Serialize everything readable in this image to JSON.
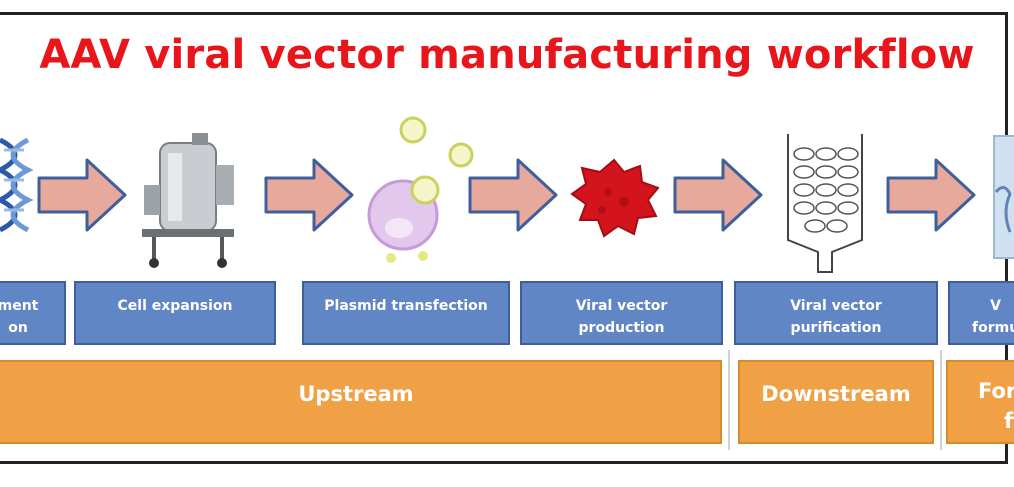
{
  "title": "AAV viral vector manufacturing workflow",
  "steps": [
    {
      "line1": "ment",
      "line2": "on"
    },
    {
      "line1": "Cell expansion",
      "line2": ""
    },
    {
      "line1": "Plasmid transfection",
      "line2": ""
    },
    {
      "line1": "Viral vector",
      "line2": "production"
    },
    {
      "line1": "Viral vector",
      "line2": "purification"
    },
    {
      "line1": "V",
      "line2": "formu"
    }
  ],
  "stages": {
    "upstream": "Upstream",
    "downstream": "Downstream",
    "formulation_line1": "For",
    "formulation_line2": "fi"
  },
  "colors": {
    "title": "#e8161b",
    "step_box": "#6186c6",
    "stage_box": "#f0a045",
    "arrow_fill": "#e7a99c",
    "arrow_stroke": "#3f5f9c"
  },
  "icons": [
    "dna-icon",
    "bioreactor-icon",
    "cell-transfection-icon",
    "virus-icon",
    "purification-column-icon",
    "vial-icon"
  ]
}
